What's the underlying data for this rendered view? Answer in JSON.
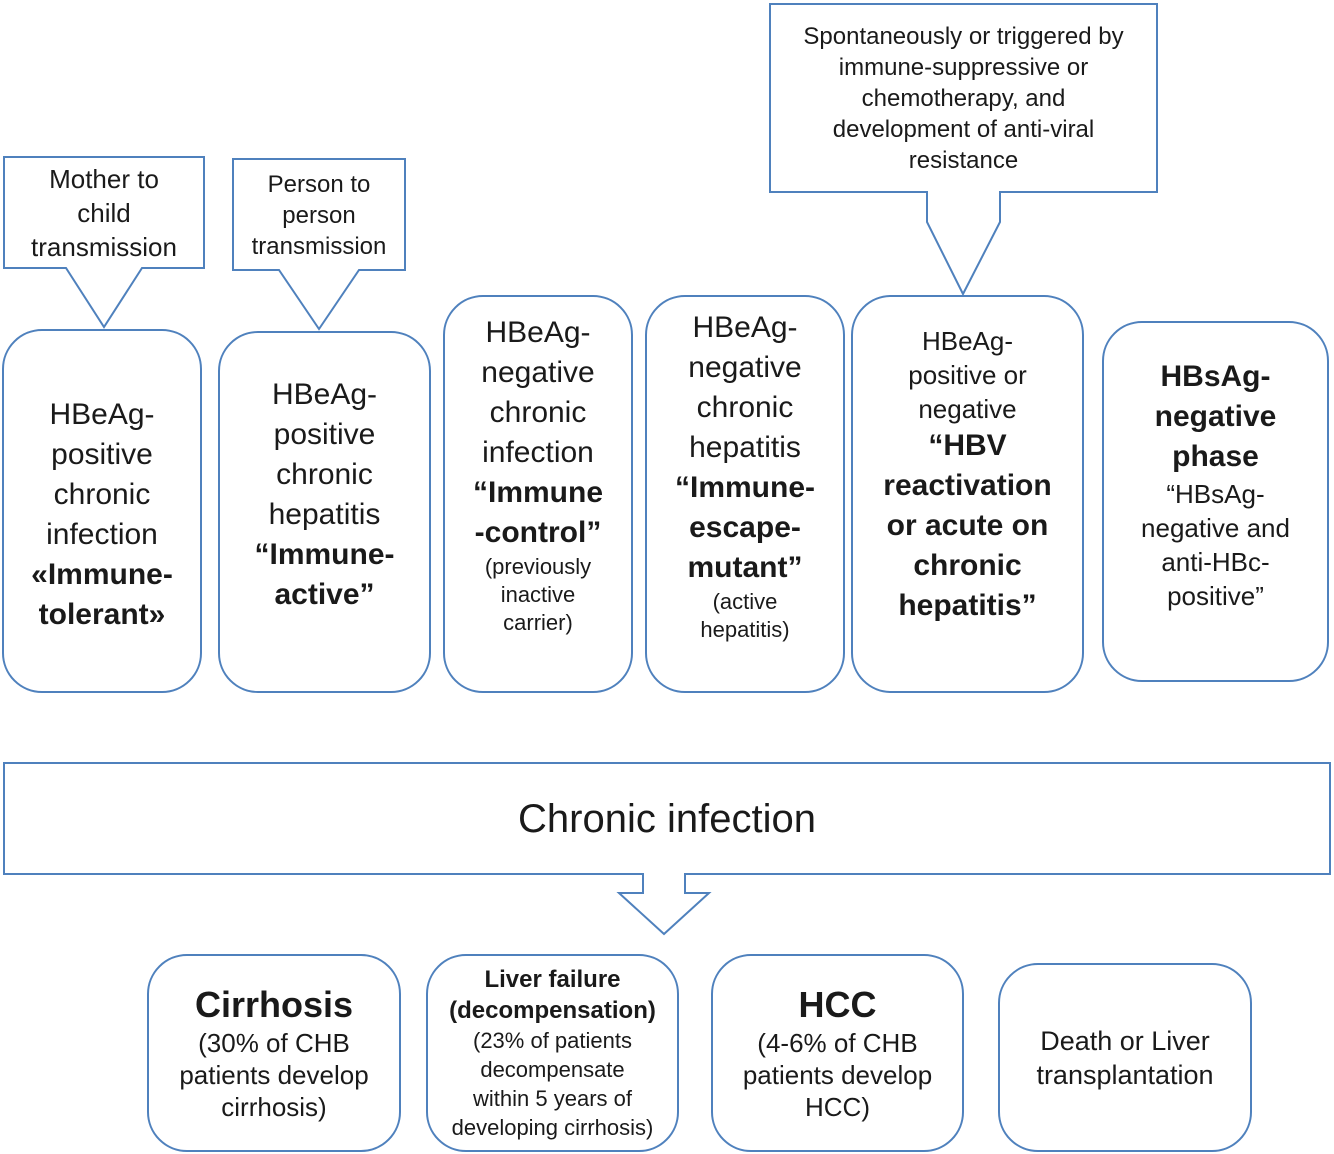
{
  "callouts": {
    "mother": [
      "Mother to",
      "child",
      "transmission"
    ],
    "person": [
      "Person to",
      "person",
      "transmission"
    ],
    "reactivation": [
      "Spontaneously or triggered by",
      "immune-suppressive or",
      "chemotherapy, and",
      "development of anti-viral",
      "resistance"
    ]
  },
  "phases": [
    {
      "lines": [
        "HBeAg-",
        "positive",
        "chronic",
        "infection"
      ],
      "bold": [
        "«Immune-",
        "tolerant»"
      ],
      "after": []
    },
    {
      "lines": [
        "HBeAg-",
        "positive",
        "chronic",
        "hepatitis"
      ],
      "bold": [
        "“Immune-",
        "active”"
      ],
      "after": []
    },
    {
      "lines": [
        "HBeAg-",
        "negative",
        "chronic",
        "infection"
      ],
      "bold": [
        "“Immune",
        "-control”"
      ],
      "after": [
        "(previously",
        "inactive",
        "carrier)"
      ]
    },
    {
      "lines": [
        "HBeAg-",
        "negative",
        "chronic",
        "hepatitis"
      ],
      "bold": [
        "“Immune-",
        "escape-",
        "mutant”"
      ],
      "after": [
        "(active",
        "hepatitis)"
      ]
    },
    {
      "lines": [
        "HBeAg-",
        "positive or",
        "negative"
      ],
      "bold": [
        "“HBV",
        "reactivation",
        "or acute on",
        "chronic",
        "hepatitis”"
      ],
      "after": []
    },
    {
      "lines": [],
      "bold": [
        "HBsAg-",
        "negative",
        "phase"
      ],
      "after": [
        "“HBsAg-",
        "negative and",
        "anti-HBc-",
        "positive”"
      ]
    }
  ],
  "chronic": {
    "label": "Chronic infection"
  },
  "outcomes": [
    {
      "title": "Cirrhosis",
      "detail": [
        "(30% of CHB",
        "patients develop",
        "cirrhosis)"
      ]
    },
    {
      "title_lines": [
        "Liver failure",
        "(decompensation)"
      ],
      "detail": [
        "(23% of patients",
        "decompensate",
        "within 5 years of",
        "developing cirrhosis)"
      ]
    },
    {
      "title": "HCC",
      "detail": [
        "(4-6% of CHB",
        "patients develop",
        "HCC)"
      ]
    },
    {
      "title": "",
      "detail": [
        "Death or Liver",
        "transplantation"
      ]
    }
  ],
  "colors": {
    "stroke": "#4f81bd",
    "text": "#1a1a1a"
  }
}
